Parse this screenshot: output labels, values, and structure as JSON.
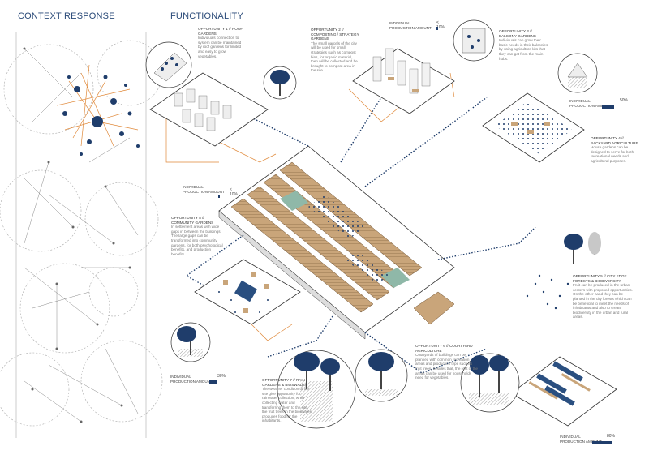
{
  "headers": {
    "context": "CONTEXT RESPONSE",
    "functionality": "FUNCTIONALITY"
  },
  "opportunities": [
    {
      "title": "OPPORTUNITY 1 // ROOF GARDENS",
      "body": "Individuals connection to system can be maintained by roof gardens for limited and easy to grow vegetables."
    },
    {
      "title": "OPPORTUNITY 2 // COMPOSTING / STRATEGY GARDENS",
      "body": "The small parcels of the city will be used for small strategies such as compost bins, for organic material, then will be collected and be brought to compost area in the site."
    },
    {
      "title": "OPPORTUNITY 3 // BALCONY GARDENS",
      "body": "Individuals can grow their basic needs in their balconies by using agriculture kits that they can get from the main hubs."
    },
    {
      "title": "OPPORTUNITY 4 // BACKYARD AGRICULTURE",
      "body": "House gardens can be designed to serve for both recreational needs and agricultural purposes."
    },
    {
      "title": "OPPORTUNITY 5 // CITY EDGE FORESTS & BIODIVERSITY",
      "body": "Fruit can be produced in the urban centers with proposed opportunities. On the other hand they can be planted in the city forests which can be beneficial to meet the needs of inhabitants and also to create biodiversity in the urban and rural areas."
    },
    {
      "title": "OPPORTUNITY 6 // COURTYARD AGRICULTURE",
      "body": "Courtyards of buildings can be planned with common recreation areas and production type such as fruit trees, besides that, the rest of the areas can be used for households need for vegetables."
    },
    {
      "title": "OPPORTUNITY 7 // RAIN GARDENS & BIOSWALES",
      "body": "The weather condition of the site give opportunity for rainwater collection, while collecting water and transferring them to the site, the fruit trees in the bioswales produces food for the inhabitants."
    },
    {
      "title": "OPPORTUNITY 8 // COMMUNITY GARDENS",
      "body": "In settlement areas with wide gaps in between the buildings. The large gaps can be transformed into community gardens, for both psychological benefits, and production benefits."
    }
  ],
  "production": [
    {
      "label": "INDIVIDUAL PRODUCTION AMOUNT",
      "value": "< 10%",
      "fraction": 0.08
    },
    {
      "label": "INDIVIDUAL PRODUCTION AMOUNT",
      "value": "< 10%",
      "fraction": 0.08
    },
    {
      "label": "INDIVIDUAL PRODUCTION AMOUNT",
      "value": "50%",
      "fraction": 0.5
    },
    {
      "label": "INDIVIDUAL PRODUCTION AMOUNT",
      "value": "30%",
      "fraction": 0.3
    },
    {
      "label": "INDIVIDUAL PRODUCTION AMOUNT",
      "value": "80%",
      "fraction": 0.8
    }
  ],
  "colors": {
    "navy": "#1f3d6b",
    "orange": "#e0893a",
    "wood": "#c9a57a",
    "green": "#8fb8a8"
  }
}
